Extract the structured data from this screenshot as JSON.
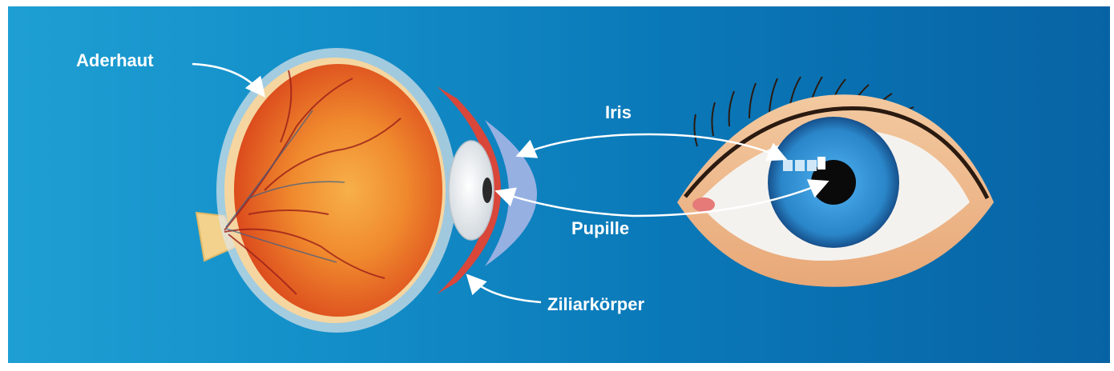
{
  "labels": {
    "aderhaut": "Aderhaut",
    "iris": "Iris",
    "pupille": "Pupille",
    "ziliarkoerper": "Ziliarkörper"
  },
  "colors": {
    "background_light": "#1e9fd3",
    "background_dark": "#0863a4",
    "label_text": "#ffffff",
    "arrow": "#ffffff",
    "retina": "#e8511e",
    "iris_blue": "#2a86c8",
    "pupil": "#0a0a0a"
  },
  "icons": {
    "left_figure": "eyeball-cross-section-icon",
    "right_figure": "external-eye-icon"
  }
}
